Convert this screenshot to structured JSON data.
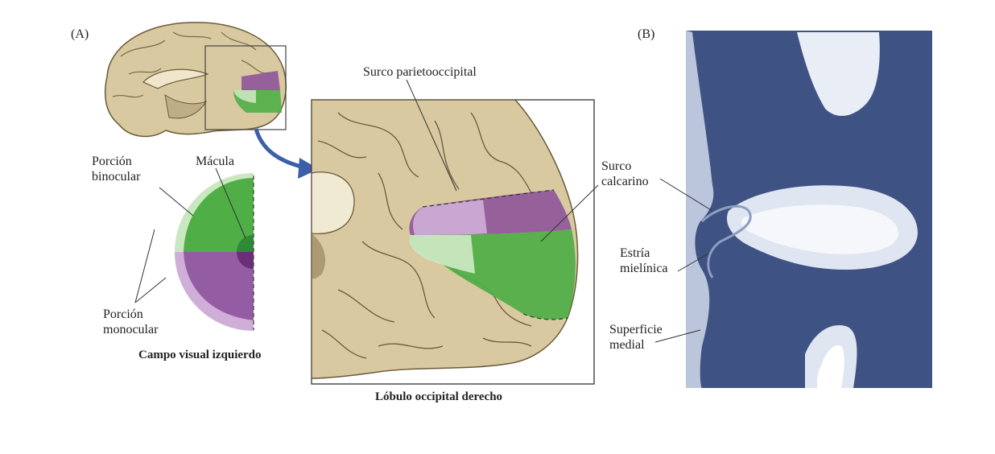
{
  "panels": {
    "a": {
      "letter": "(A)",
      "labels": {
        "binocular": [
          "Porción",
          "binocular"
        ],
        "macula": "Mácula",
        "monocular": [
          "Porción",
          "monocular"
        ],
        "parieto": "Surco parietooccipital",
        "calcarino": [
          "Surco",
          "calcarino"
        ]
      },
      "captions": {
        "field": "Campo visual izquierdo",
        "lobe": "Lóbulo occipital derecho"
      }
    },
    "b": {
      "letter": "(B)",
      "labels": {
        "calcarino": [
          "Surco",
          "calcarino"
        ],
        "estria": [
          "Estría",
          "mielínica"
        ],
        "superficie": [
          "Superficie",
          "medial"
        ]
      }
    }
  },
  "colors": {
    "brain": "#d9c9a0",
    "brain_line": "#6b5a3a",
    "green": "#4fae45",
    "light_green": "#c9e8bf",
    "purple": "#8a4f9a",
    "light_purple": "#cfaed8",
    "arrow": "#3d5ea8",
    "stain_dark": "#3e5383",
    "stain_light": "#c9d2e6"
  }
}
